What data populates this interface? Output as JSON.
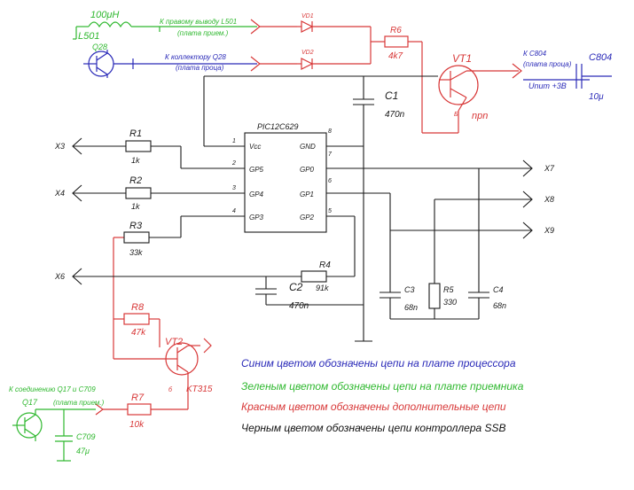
{
  "colors": {
    "black": "#1a1a1a",
    "red": "#d83838",
    "blue": "#2a2ab8",
    "green": "#2fb82f",
    "legend_black": "#111111"
  },
  "green": {
    "inductor_value": "100μH",
    "inductor_name": "L501",
    "transistor_q28": "Q28",
    "note_l501": "К правому выводу L501",
    "note_l501_sub": "(плата прием.)",
    "note_q17": "К соединению Q17 и С709",
    "transistor_q17": "Q17",
    "note_q17_sub": "(плата прием.)",
    "cap_c709_name": "C709",
    "cap_c709_value": "47μ"
  },
  "blue": {
    "note_q28": "К коллектору Q28",
    "note_q28_sub": "(плата проца)",
    "note_c804": "К С804",
    "note_c804_sub": "(плата проца)",
    "unum": "Unum +3B",
    "cap_c804_name": "C804",
    "cap_c804_value": "10μ"
  },
  "red": {
    "vd1": "VD1",
    "vd2": "VD2",
    "r6_name": "R6",
    "r6_value": "4k7",
    "vt1_name": "VT1",
    "vt1_type": "npn",
    "vt1_b": "Б",
    "r8_name": "R8",
    "r8_value": "47k",
    "vt2_name": "VT2",
    "vt2_type": "KT315",
    "vt2_b": "б",
    "r7_name": "R7",
    "r7_value": "10k"
  },
  "black": {
    "ic_name": "PIC12C629",
    "pins": {
      "p1_num": "1",
      "p1_name": "Vcc",
      "p2_num": "2",
      "p2_name": "GP5",
      "p3_num": "3",
      "p3_name": "GP4",
      "p4_num": "4",
      "p4_name": "GP3",
      "p5_num": "5",
      "p5_name": "GP2",
      "p6_num": "6",
      "p6_name": "GP1",
      "p7_num": "7",
      "p7_name": "GP0",
      "p8_num": "8",
      "p8_name": "GND"
    },
    "r1_name": "R1",
    "r1_value": "1k",
    "r2_name": "R2",
    "r2_value": "1k",
    "r3_name": "R3",
    "r3_value": "33k",
    "r4_name": "R4",
    "r4_value": "91k",
    "r5_name": "R5",
    "r5_value": "330",
    "c1_name": "C1",
    "c1_value": "470n",
    "c2_name": "C2",
    "c2_value": "470n",
    "c3_name": "C3",
    "c3_value": "68n",
    "c4_name": "C4",
    "c4_value": "68n",
    "x3": "X3",
    "x4": "X4",
    "x6": "X6",
    "x7": "X7",
    "x8": "X8",
    "x9": "X9"
  },
  "legend": {
    "blue": "Синим цветом обозначены цепи на плате процессора",
    "green": "Зеленым цветом обозначены цепи на плате приемника",
    "red": "Красным цветом обозначены дополнительные цепи",
    "black": "Черным цветом обозначены цепи контроллера SSB"
  }
}
